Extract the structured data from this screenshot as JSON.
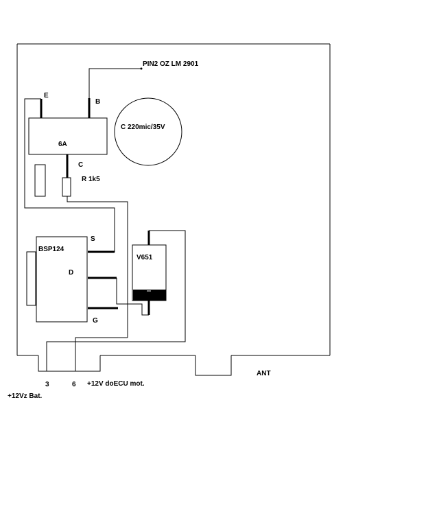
{
  "labels": {
    "pin": "PIN2 OZ LM 2901",
    "emitter": "E",
    "base": "B",
    "collector": "C",
    "transistor": "6A",
    "capacitor": "C 220mic/35V",
    "resistor": "R 1k5",
    "mosfet": "BSP124",
    "source": "S",
    "drain": "D",
    "gate": "G",
    "diode": "V651",
    "ant": "ANT",
    "pin3": "3",
    "pin6": "6",
    "ecu": "+12V doECU mot.",
    "battery": "+12Vz Bat."
  }
}
